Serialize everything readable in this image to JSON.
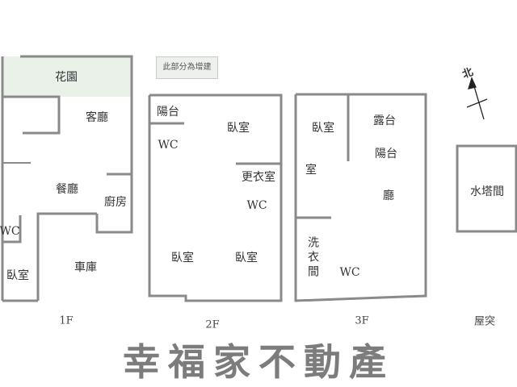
{
  "note": "此部分為增建",
  "watermark": "幸福家不動產",
  "north_label": "北",
  "colors": {
    "wall": "#8a8a8a",
    "garden_fill": "#e9f1e9",
    "watermark": "#6e6e6e"
  },
  "floors": {
    "f1": {
      "label": "1F",
      "rooms": {
        "garden": "花園",
        "living": "客廳",
        "dining": "餐廳",
        "kitchen": "廚房",
        "wc": "WC",
        "bedroom": "臥室",
        "garage": "車庫"
      }
    },
    "f2": {
      "label": "2F",
      "rooms": {
        "balcony": "陽台",
        "wc1": "WC",
        "bedroom1": "臥室",
        "closet": "更衣室",
        "wc2": "WC",
        "bedroom2": "臥室",
        "bedroom3": "臥室"
      }
    },
    "f3": {
      "label": "3F",
      "rooms": {
        "bedroom": "臥室",
        "terrace": "露台",
        "balcony": "陽台",
        "room": "室",
        "hall": "廳",
        "laundry": "洗衣間",
        "wc": "WC"
      }
    },
    "roof": {
      "label": "屋突",
      "rooms": {
        "water_tower": "水塔間"
      }
    }
  }
}
